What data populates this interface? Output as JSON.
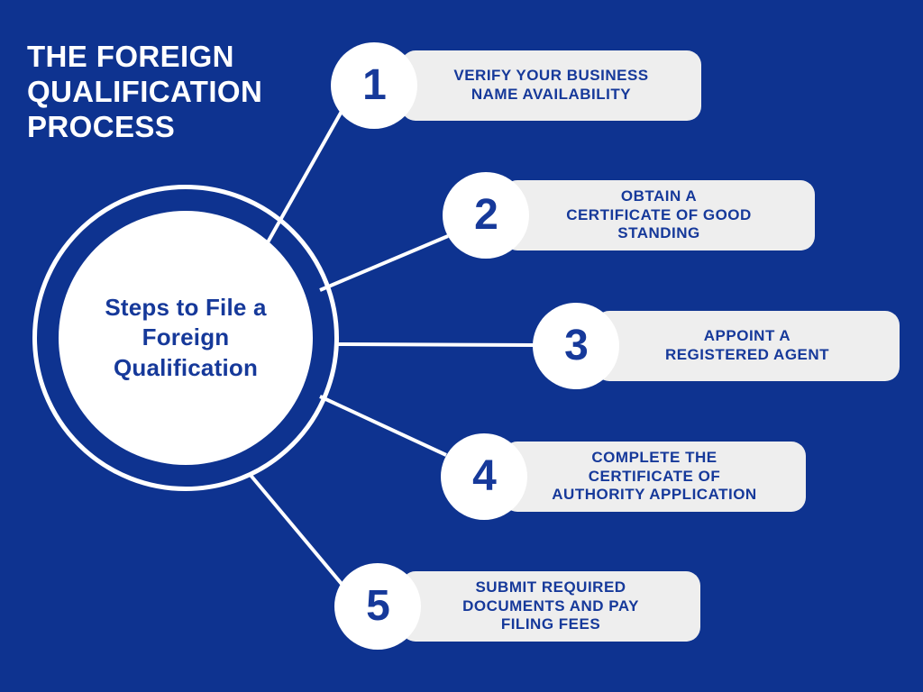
{
  "canvas": {
    "background_color": "#0E3390",
    "accent_color": "#FFFFFF",
    "card_color": "#EEEEEE",
    "text_blue": "#16399A"
  },
  "title": "The Foreign\nQualification\nProcess",
  "hub": {
    "label": "Steps to File a Foreign Qualification"
  },
  "steps": [
    {
      "number": "1",
      "text": "Verify Your Business\nName Availability"
    },
    {
      "number": "2",
      "text": "Obtain a\nCertificate of Good\nStanding"
    },
    {
      "number": "3",
      "text": "Appoint a\nRegistered Agent"
    },
    {
      "number": "4",
      "text": "Complete the\nCertificate of\nAuthority Application"
    },
    {
      "number": "5",
      "text": "Submit Required\nDocuments and Pay\nFiling Fees"
    }
  ]
}
